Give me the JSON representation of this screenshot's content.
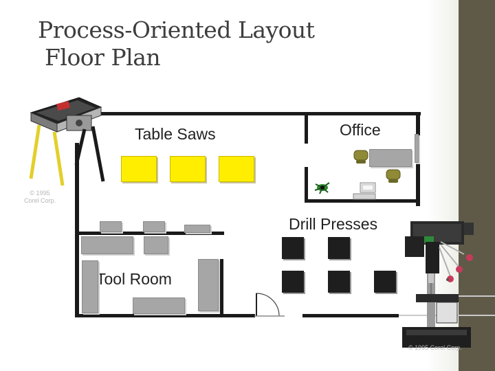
{
  "slide": {
    "title_line1": "Process-Oriented Layout",
    "title_line2": " Floor Plan"
  },
  "floorplan": {
    "table_saws_label": "Table Saws",
    "office_label": "Office",
    "drill_presses_label": "Drill Presses",
    "tool_room_label": "Tool Room"
  },
  "credits": {
    "copyright_left": "© 1995\nCorel Corp.",
    "copyright_right": "© 1995 Corel Corp."
  },
  "colors": {
    "saw_yellow": "#ffee00",
    "wall": "#1a1a1a",
    "sidebar": "#5f5a48",
    "title_text": "#3d3d3d"
  },
  "icons": [
    "table-saw-icon",
    "drill-press-icon",
    "plant-icon",
    "chair-icon",
    "computer-icon"
  ]
}
